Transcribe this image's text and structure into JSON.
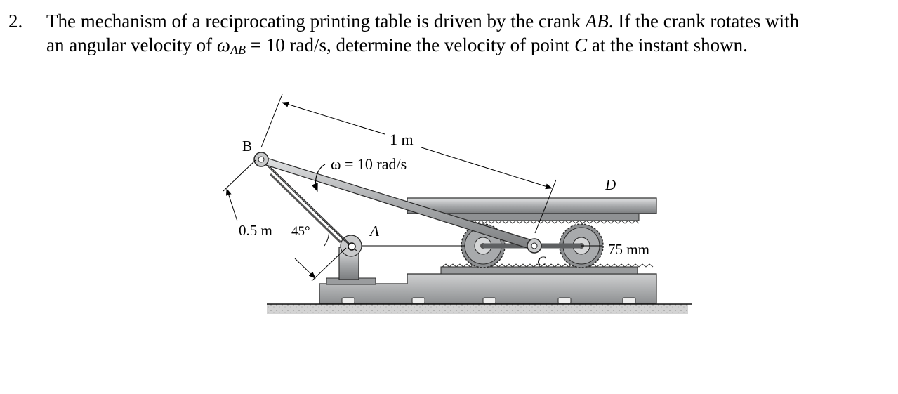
{
  "problem": {
    "number": "2.",
    "line1_a": "The mechanism of a reciprocating printing table is driven by the crank ",
    "line1_ab": "AB",
    "line1_b": ". If the crank rotates with",
    "line2_a": "an angular velocity of ",
    "omega": "ω",
    "omega_sub": "AB",
    "line2_b": " = 10 rad/s, determine the velocity of point ",
    "line2_c": "C",
    "line2_d": " at the instant shown."
  },
  "figure": {
    "labels": {
      "B": "B",
      "A": "A",
      "C": "C",
      "D": "D",
      "length_1m": "1 m",
      "omega": "ω = 10 rad/s",
      "crank_length": "0.5 m",
      "angle": "45°",
      "radius": "75 mm"
    },
    "colors": {
      "metal": "#b4b6b8",
      "metal_dark": "#6f7173",
      "outline": "#2a2a2a",
      "ground": "#c9c9c9"
    }
  }
}
